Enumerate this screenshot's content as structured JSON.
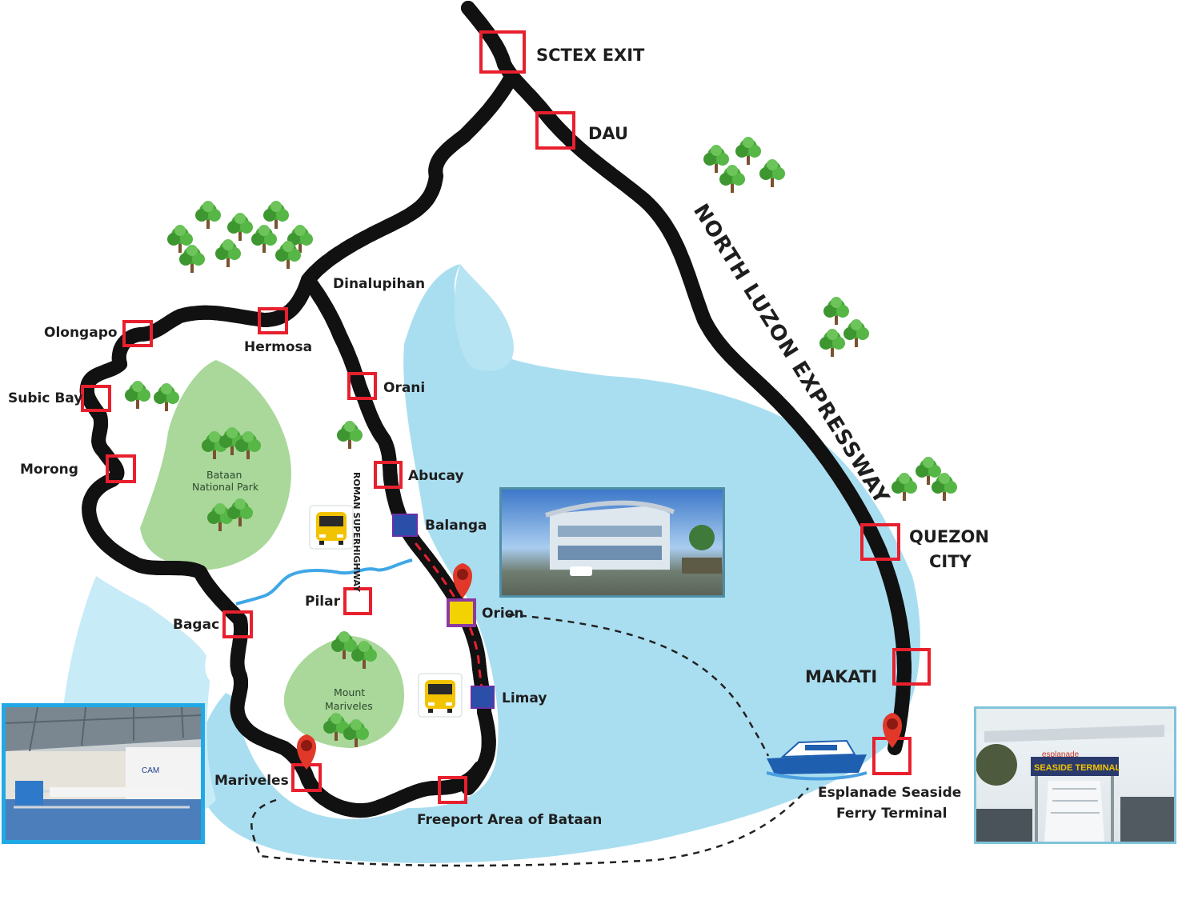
{
  "map": {
    "routes": {
      "north_luzon_expressway": "NORTH LUZON EXPRESSWAY",
      "roman_superhighway": "ROMAN SUPERHIGHWAY"
    },
    "places": {
      "sctex_exit": "SCTEX EXIT",
      "dau": "DAU",
      "dinalupihan": "Dinalupihan",
      "olongapo": "Olongapo",
      "hermosa": "Hermosa",
      "subic_bay": "Subic Bay",
      "orani": "Orani",
      "morong": "Morong",
      "abucay": "Abucay",
      "balanga": "Balanga",
      "pilar": "Pilar",
      "bagac": "Bagac",
      "orion": "Orion",
      "limay": "Limay",
      "mariveles": "Mariveles",
      "freeport": "Freeport Area of Bataan",
      "quezon_city_1": "QUEZON",
      "quezon_city_2": "CITY",
      "makati": "MAKATI",
      "esplanade_1": "Esplanade Seaside",
      "esplanade_2": "Ferry Terminal"
    },
    "parks": {
      "bataan_1": "Bataan",
      "bataan_2": "National Park",
      "mariveles_1": "Mount",
      "mariveles_2": "Mariveles"
    },
    "photos": {
      "terminal_sign": "SEASIDE TERMINAL",
      "terminal_brand": "esplanade",
      "bus_brand": "CAM"
    },
    "colors": {
      "road": "#111111",
      "road_dash": "#f5d90a",
      "stop_marker": "#e8202e",
      "stop_fill_blue": "#2b4fa8",
      "stop_fill_yellow": "#f2d200",
      "stop_border_purple": "#8a3aa0",
      "water": "#a9def0",
      "land_park": "#a9d89a",
      "pin": "#e2382a"
    }
  }
}
